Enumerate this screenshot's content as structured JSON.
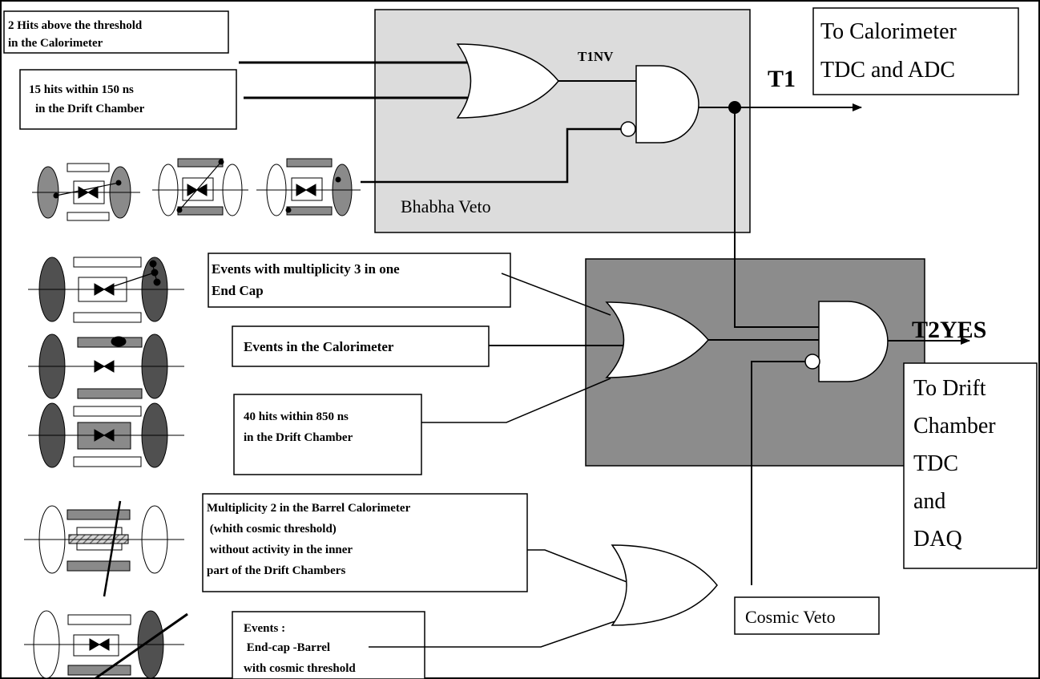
{
  "inputs": {
    "calo_threshold": [
      "2 Hits above the threshold",
      "in the Calorimeter"
    ],
    "dc_150": [
      "15 hits within 150 ns",
      "in the Drift Chamber"
    ],
    "endcap_mult": [
      "Events with multiplicity 3 in one",
      "End Cap"
    ],
    "events_calo": "Events in the Calorimeter",
    "dc_850": [
      "40 hits within 850 ns",
      "in the Drift Chamber"
    ],
    "barrel_mult": [
      "Multiplicity 2 in the Barrel Calorimeter",
      " (whith cosmic threshold)",
      " without activity in the inner",
      "part of the Drift Chambers"
    ],
    "endcap_barrel": [
      "Events :",
      " End-cap -Barrel",
      "with cosmic threshold"
    ]
  },
  "signals": {
    "t1nv": "T1NV",
    "t1": "T1",
    "t2yes": "T2YES"
  },
  "blocks": {
    "bhabha_veto": "Bhabha  Veto",
    "cosmic_veto": "Cosmic Veto"
  },
  "outputs": {
    "to_calorimeter": [
      "To Calorimeter",
      "TDC and ADC"
    ],
    "to_drift": [
      "To Drift",
      "Chamber",
      "TDC",
      "and",
      "DAQ"
    ]
  },
  "colors": {
    "bhabha_fill": "#dcdcdc",
    "t2_fill": "#8c8c8c",
    "detector_dark": "#505050",
    "detector_mid": "#8a8a8a",
    "line": "#000000"
  }
}
